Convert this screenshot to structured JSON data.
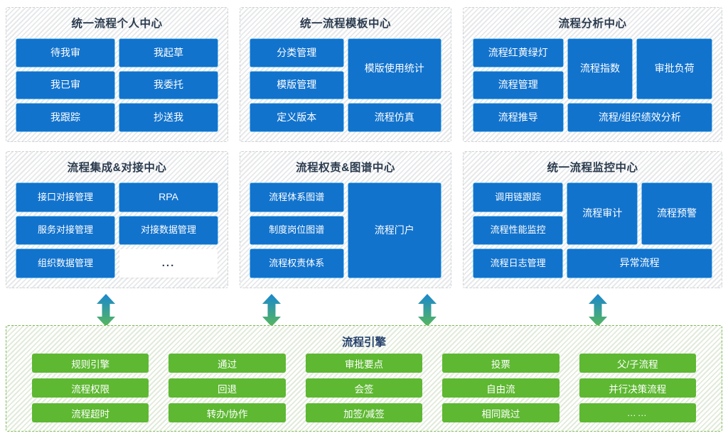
{
  "panels": [
    {
      "title": "统一流程个人中心",
      "tiles": [
        {
          "label": "待我审"
        },
        {
          "label": "我起草"
        },
        {
          "label": "我已审"
        },
        {
          "label": "我委托"
        },
        {
          "label": "我跟踪"
        },
        {
          "label": "抄送我"
        }
      ]
    },
    {
      "title": "统一流程模板中心",
      "tiles": [
        {
          "label": "分类管理"
        },
        {
          "label": "模版使用统计"
        },
        {
          "label": "模版管理"
        },
        {
          "label": "定义版本"
        },
        {
          "label": "流程仿真"
        }
      ]
    },
    {
      "title": "流程分析中心",
      "tiles": [
        {
          "label": "流程红黄绿灯"
        },
        {
          "label": "流程指数"
        },
        {
          "label": "审批负荷"
        },
        {
          "label": "流程管理"
        },
        {
          "label": "流程推导"
        },
        {
          "label": "流程/组织绩效分析"
        }
      ]
    },
    {
      "title": "流程集成&对接中心",
      "tiles": [
        {
          "label": "接口对接管理"
        },
        {
          "label": "RPA"
        },
        {
          "label": "服务对接管理"
        },
        {
          "label": "对接数据管理"
        },
        {
          "label": "组织数据管理"
        },
        {
          "label": "..."
        }
      ]
    },
    {
      "title": "流程权责&图谱中心",
      "tiles": [
        {
          "label": "流程体系图谱"
        },
        {
          "label": "流程门户"
        },
        {
          "label": "制度岗位图谱"
        },
        {
          "label": "流程权责体系"
        }
      ]
    },
    {
      "title": "统一流程监控中心",
      "tiles": [
        {
          "label": "调用链跟踪"
        },
        {
          "label": "流程审计"
        },
        {
          "label": "流程预警"
        },
        {
          "label": "流程性能监控"
        },
        {
          "label": "流程日志管理"
        },
        {
          "label": "异常流程"
        }
      ]
    }
  ],
  "engine": {
    "title": "流程引擎",
    "columns": [
      [
        "规则引擎",
        "流程权限",
        "流程超时"
      ],
      [
        "通过",
        "回退",
        "转办/协作"
      ],
      [
        "审批要点",
        "会签",
        "加签/减签"
      ],
      [
        "投票",
        "自由流",
        "相同跳过"
      ],
      [
        "父/子流程",
        "并行决策流程",
        "……"
      ]
    ]
  },
  "connectors": {
    "icon": "double-arrow-vertical",
    "count": 4,
    "gradient_top": "#1a87d0",
    "gradient_bottom": "#57b75b"
  },
  "colors": {
    "tile_blue": "#1273cd",
    "tile_green": "#5eb832",
    "panel_border": "#cfd2d4",
    "engine_border": "#7fbb55",
    "title_text": "#2b3b4e",
    "engine_title_text": "#24406b"
  }
}
